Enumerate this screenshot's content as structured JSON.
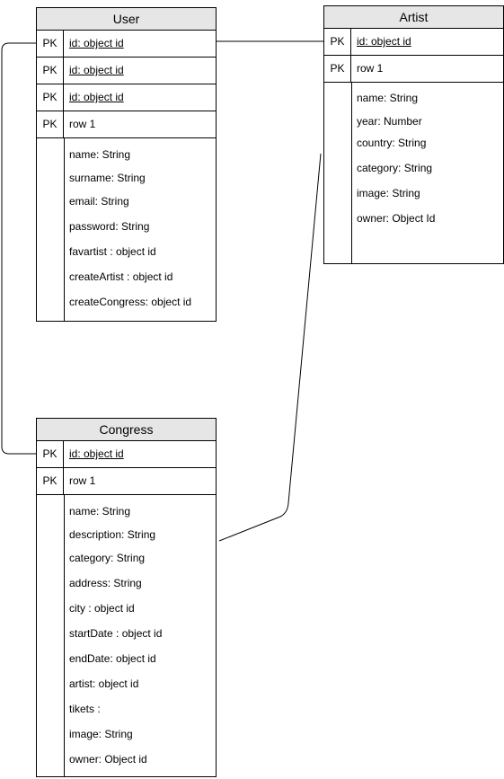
{
  "entities": {
    "user": {
      "title": "User",
      "keys": [
        {
          "type": "PK",
          "name": "id: object id",
          "underline": true
        },
        {
          "type": "PK",
          "name": "id: object id",
          "underline": true
        },
        {
          "type": "PK",
          "name": "id: object id",
          "underline": true
        },
        {
          "type": "PK",
          "name": "row 1",
          "underline": false
        }
      ],
      "attributes": [
        "name: String",
        "surname: String",
        "email: String",
        "password: String",
        "favartist : object id",
        "createArtist : object id",
        "createCongress: object id"
      ]
    },
    "artist": {
      "title": "Artist",
      "keys": [
        {
          "type": "PK",
          "name": "id: object id",
          "underline": true
        },
        {
          "type": "PK",
          "name": "row 1",
          "underline": false
        }
      ],
      "attributes": [
        "name: String",
        "year: Number",
        "country: String",
        "category: String",
        "image: String",
        "owner:  Object Id"
      ]
    },
    "congress": {
      "title": "Congress",
      "keys": [
        {
          "type": "PK",
          "name": "id: object id",
          "underline": true
        },
        {
          "type": "PK",
          "name": "row 1",
          "underline": false
        }
      ],
      "attributes": [
        "name: String",
        "description: String",
        "category: String",
        "address: String",
        "city : object id",
        "startDate : object id",
        "endDate: object id",
        "artist: object id",
        "tikets :",
        "image: String",
        "owner: Object id"
      ]
    }
  }
}
